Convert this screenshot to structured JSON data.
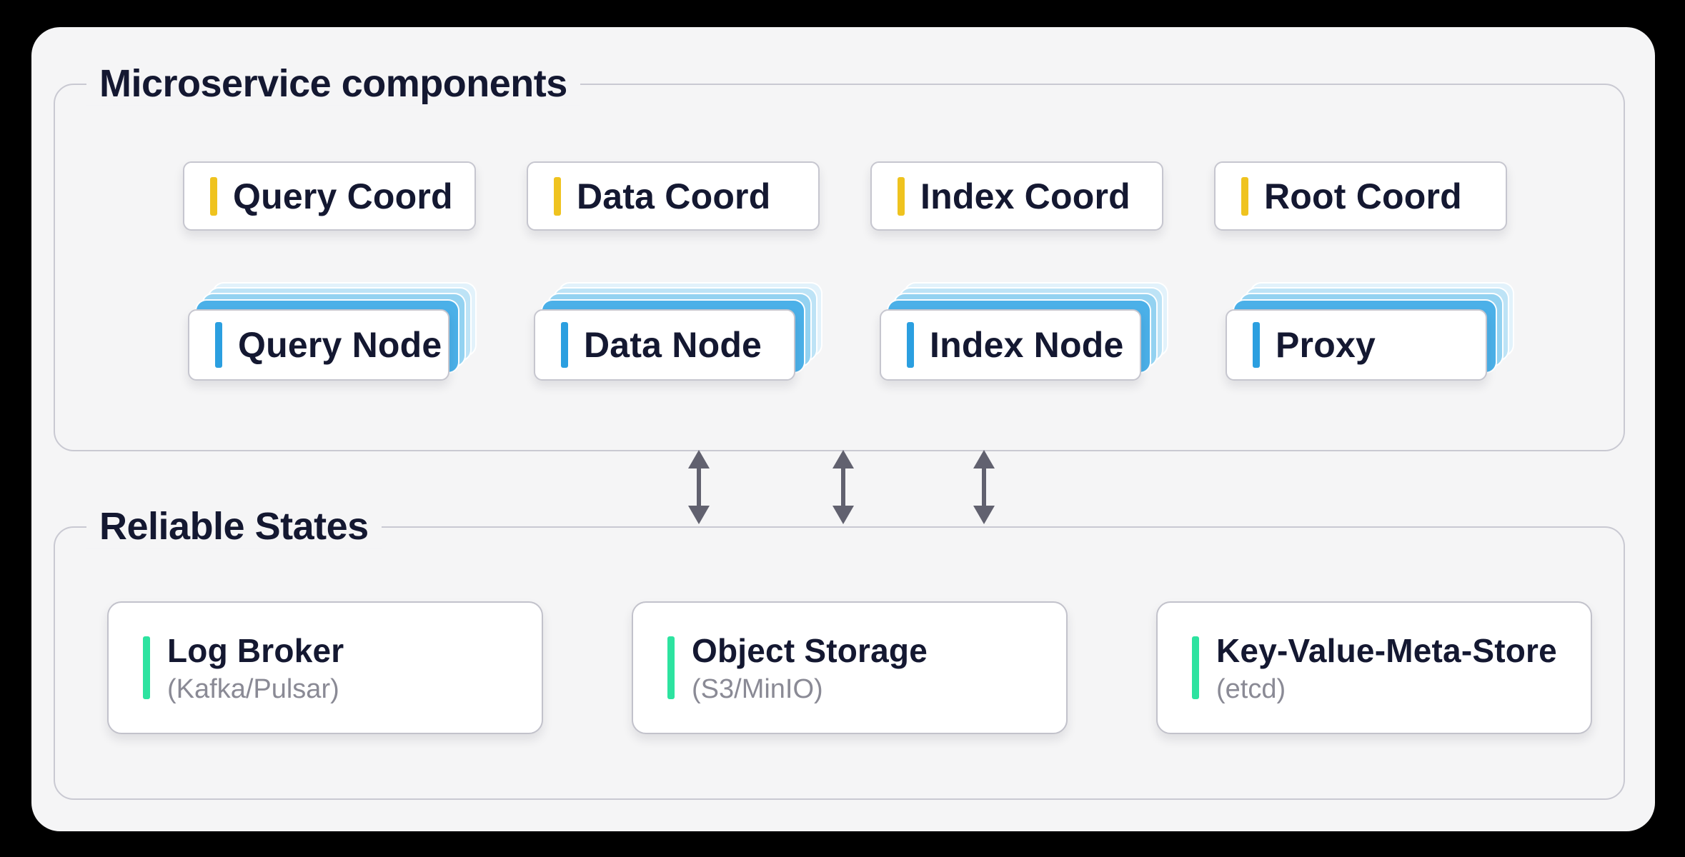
{
  "microservices": {
    "title": "Microservice components",
    "coordinators": [
      {
        "label": "Query Coord"
      },
      {
        "label": "Data Coord"
      },
      {
        "label": "Index Coord"
      },
      {
        "label": "Root Coord"
      }
    ],
    "nodes": [
      {
        "label": "Query Node"
      },
      {
        "label": "Data Node"
      },
      {
        "label": "Index Node"
      },
      {
        "label": "Proxy"
      }
    ]
  },
  "reliable_states": {
    "title": "Reliable States",
    "stores": [
      {
        "title": "Log Broker",
        "subtitle": "(Kafka/Pulsar)"
      },
      {
        "title": "Object Storage",
        "subtitle": "(S3/MinIO)"
      },
      {
        "title": "Key-Value-Meta-Store",
        "subtitle": "(etcd)"
      }
    ]
  },
  "colors": {
    "background": "#000000",
    "canvas": "#f5f5f6",
    "panel_border": "#c9c9d2",
    "text_dark": "#141831",
    "text_muted": "#8a8a95",
    "coordinator_accent": "#efc31f",
    "node_accent": "#2b9fe0",
    "store_accent": "#2de3a0",
    "stack_blue": "#4bb0e8",
    "arrow": "#61616f"
  }
}
